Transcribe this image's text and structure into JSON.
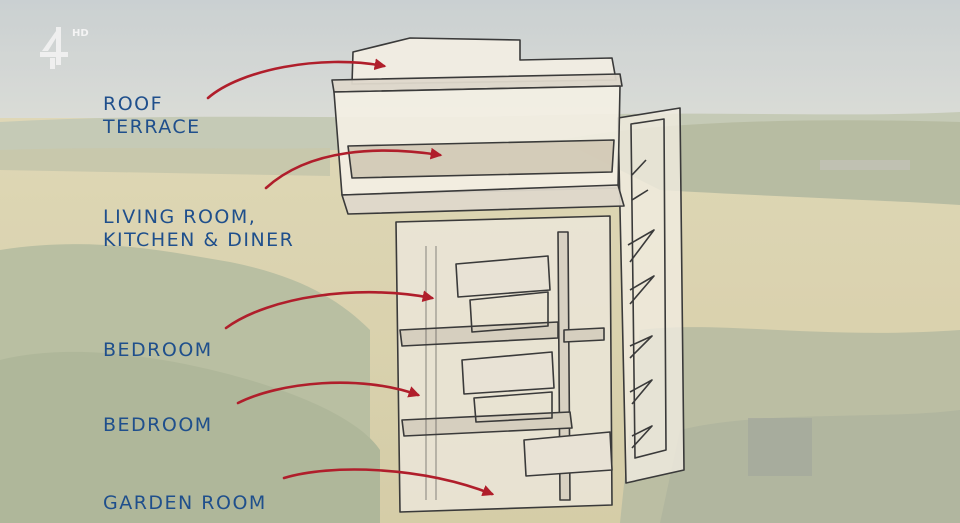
{
  "broadcaster": {
    "logo": "channel-4-logo",
    "quality_badge": "HD"
  },
  "labels": {
    "roof_terrace": {
      "line1": "ROOF",
      "line2": "TERRACE"
    },
    "living": {
      "line1": "LIVING ROOM,",
      "line2": "KITCHEN & DINER"
    },
    "bedroom_upper": {
      "line1": "BEDROOM"
    },
    "bedroom_lower": {
      "line1": "BEDROOM"
    },
    "garden_room": {
      "line1": "GARDEN ROOM"
    }
  },
  "colors": {
    "label_text": "#1f4f8c",
    "arrow": "#b01e2b",
    "sky": "#c6cccd",
    "field": "#d4c79c",
    "foliage": "#aeb28d",
    "sketch_line": "#3a3a3a"
  }
}
